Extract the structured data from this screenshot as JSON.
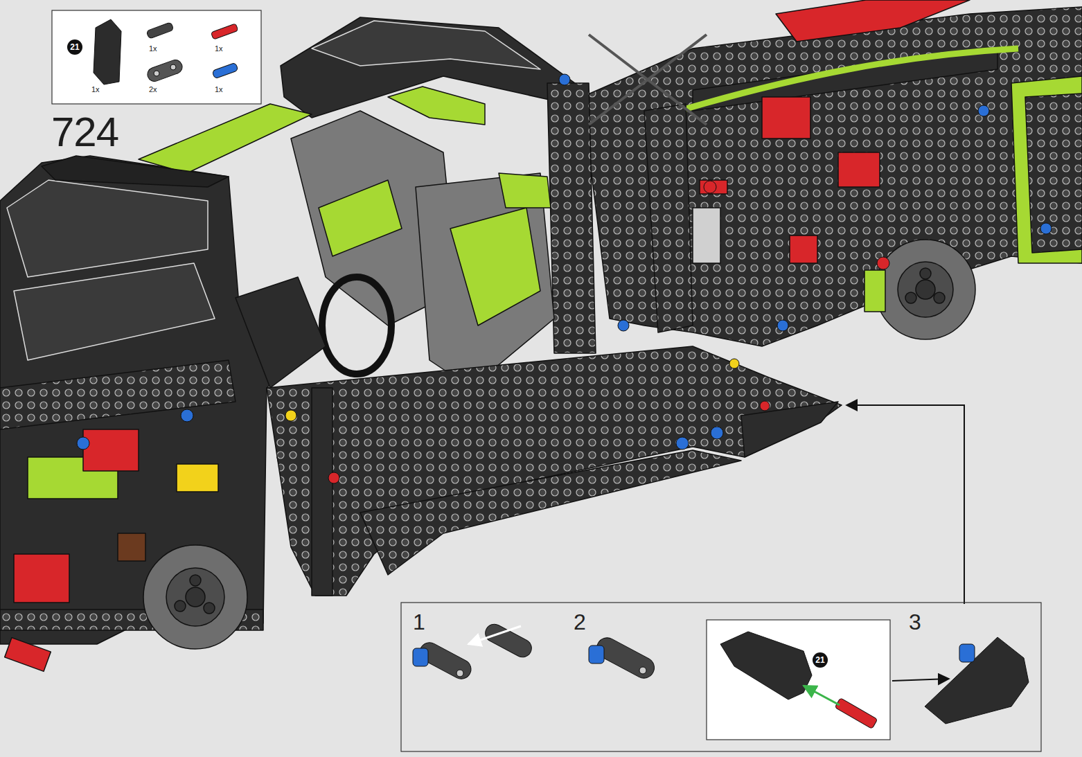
{
  "diagram": {
    "nodes": [
      {
        "text": [
          "1x",
          "1x",
          "1x",
          "2x",
          "1x"
        ]
      },
      {
        "text": [
          "21"
        ],
        "in": 0
      },
      {
        "text": [
          "1",
          "2",
          "3"
        ]
      },
      {
        "text": [
          "21"
        ],
        "in": 2
      }
    ],
    "labels": [
      "724"
    ]
  }
}
